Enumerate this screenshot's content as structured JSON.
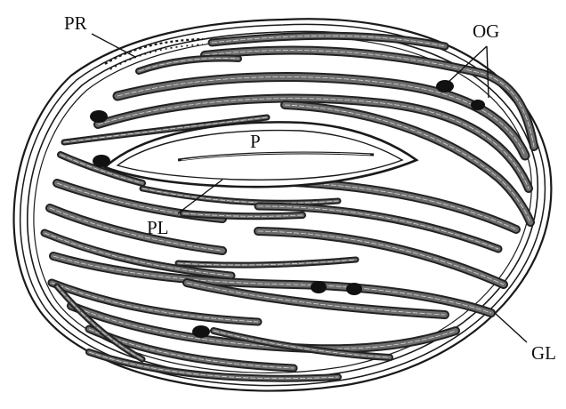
{
  "labels": {
    "pr": "PR",
    "og": "OG",
    "p": "P",
    "pl": "PL",
    "gl": "GL"
  },
  "colors": {
    "ink": "#1a1a1a",
    "paper": "#ffffff",
    "lamella_stroke": "#222222",
    "lamella_fill": "#6e6e6e"
  }
}
